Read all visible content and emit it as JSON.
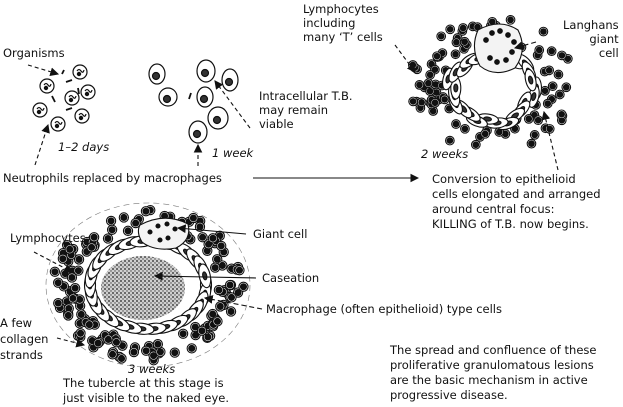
{
  "title": "Development of a tuberculous granuloma (tubercle)",
  "stages": [
    {
      "id": "stage-1",
      "time_label": "1–2 days",
      "labels": {
        "organisms": "Organisms"
      }
    },
    {
      "id": "stage-2",
      "time_label": "1 week",
      "labels": {
        "intracellular": "Intracellular T.B.\nmay remain\nviable"
      }
    },
    {
      "id": "stage-3",
      "time_label": "2 weeks",
      "labels": {
        "lymphocytes": "Lymphocytes\nincluding\nmany ‘T’ cells",
        "langhans": "Langhans\ngiant\ncell",
        "conversion": "Conversion to epithelioid\ncells elongated and arranged\naround central focus:\nKILLING of T.B. now begins."
      }
    },
    {
      "id": "stage-4",
      "time_label": "3 weeks",
      "labels": {
        "lymphocytes": "Lymphocytes",
        "giant_cell": "Giant cell",
        "caseation": "Caseation",
        "macrophage": "Macrophage (often epithelioid) type cells",
        "collagen": "A few\ncollagen\nstrands",
        "caption": "The tubercle at this stage is\njust visible to the naked eye."
      }
    }
  ],
  "transition_label": "Neutrophils replaced by macrophages",
  "summary": "The spread and confluence of these\nproliferative granulomatous lesions\nare the basic mechanism in active\nprogressive disease."
}
